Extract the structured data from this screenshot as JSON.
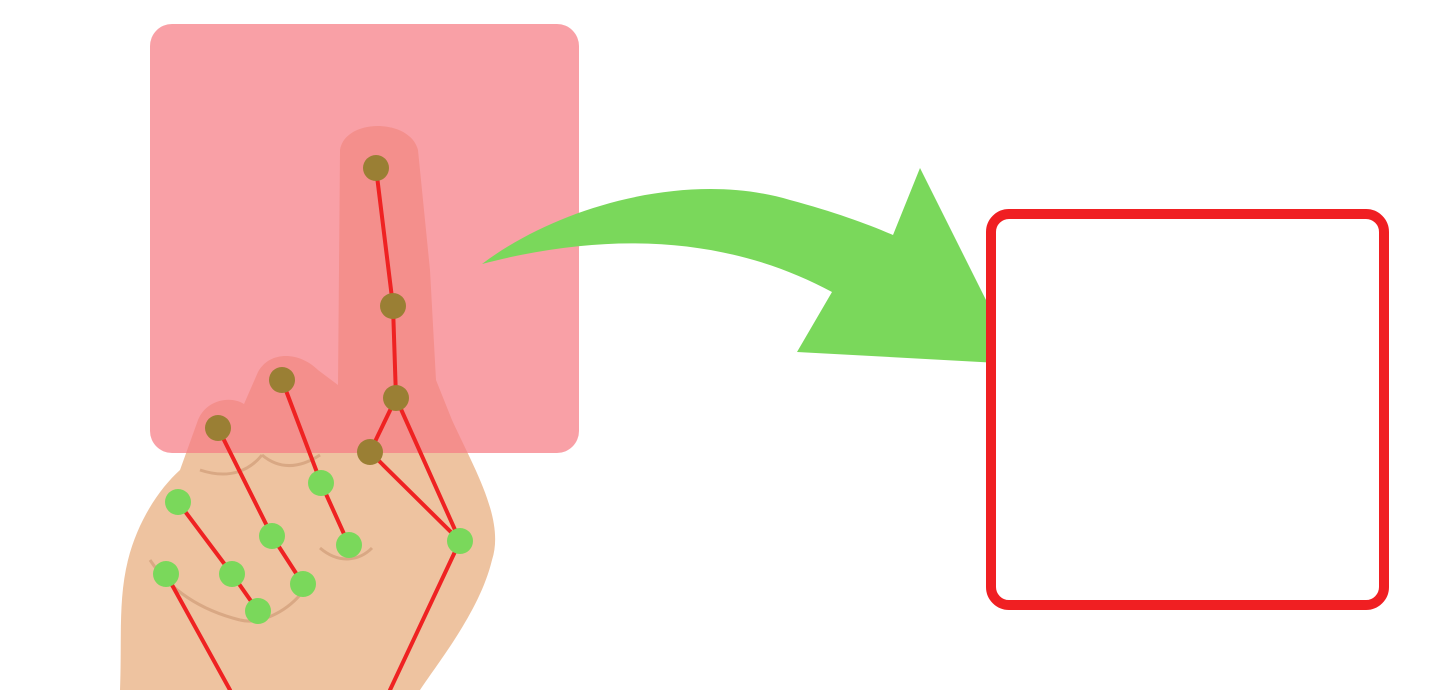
{
  "colors": {
    "background": "#ffffff",
    "selection_fill": "#f77c84",
    "target_outline": "#f01f22",
    "arrow": "#7ad85b",
    "skeleton_line": "#ef2222",
    "landmark_dot": "#7ad85b",
    "landmark_dot_in_selection": "#9a7f34",
    "skin": "#eec3a0",
    "sticker_outline": "#ffffff"
  },
  "icons": {
    "hand": "pointing-index-finger-hand",
    "arrow": "curved-right-arrow"
  },
  "hand_landmarks": {
    "total_count": 16,
    "inside_selection_count": 6
  }
}
